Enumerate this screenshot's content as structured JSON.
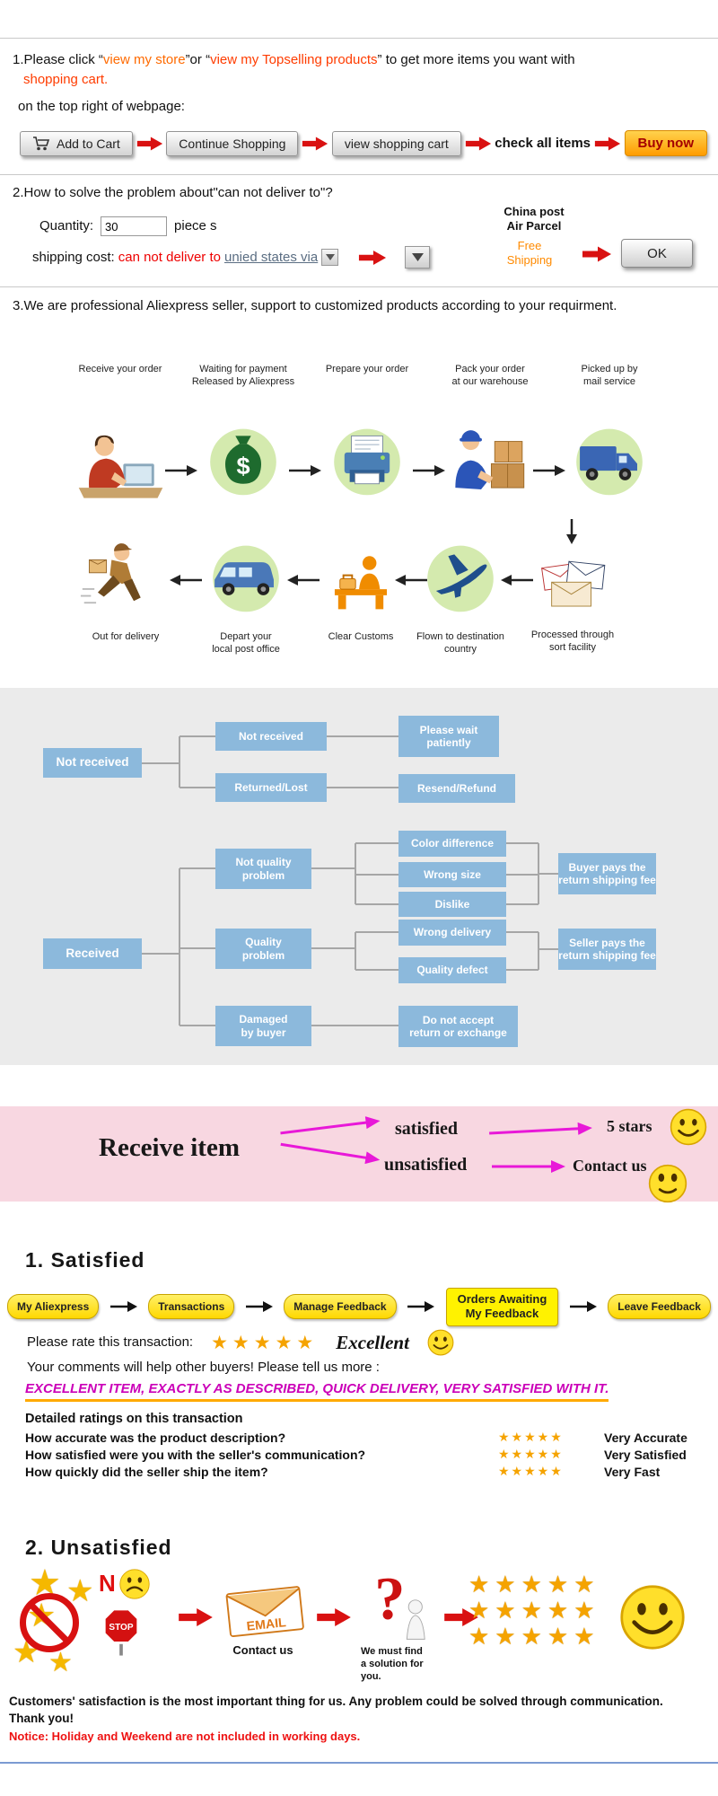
{
  "colors": {
    "arrow_red": "#d91111",
    "flow_box_blue": "#8cb9dc",
    "banner_pink": "#f8d7e1",
    "accent_orange": "#ff8a00",
    "arrow_magenta": "#e818d8",
    "star_gold": "#f5a300",
    "nav_yellow": "#ffd800",
    "testimonial_magenta": "#cb00b8"
  },
  "icons": {
    "star": "★"
  },
  "section1": {
    "intro_prefix": "1.Please click “",
    "store_link": "view my store",
    "intro_mid": "”or “",
    "topselling_link": "view my Topselling products",
    "intro_suffix": "” to get more items you want with",
    "intro_line2": "shopping cart.",
    "intro_line3": "on the top right of webpage:",
    "buttons": {
      "add_to_cart": "Add to Cart",
      "continue_shopping": "Continue Shopping",
      "view_cart": "view shopping cart",
      "check_all": "check all items",
      "buy_now": "Buy now"
    }
  },
  "section2": {
    "heading": "2.How to solve the problem about\"can not deliver to\"?",
    "quantity_label": "Quantity:",
    "quantity_value": "30",
    "quantity_suffix": "piece s",
    "shipping_label": "shipping cost:",
    "shipping_problem": "can not deliver to",
    "shipping_dest": "unied states via",
    "china_post_line1": "China post",
    "china_post_line2": "Air Parcel",
    "free_shipping_line1": "Free",
    "free_shipping_line2": "Shipping",
    "ok_button": "OK"
  },
  "section3": {
    "heading": "3.We are professional Aliexpress seller, support to customized products according to your requirment.",
    "money_symbol": "$",
    "top_steps": [
      "Receive your order",
      "Waiting for payment\nReleased by Aliexpress",
      "Prepare your order",
      "Pack your order\nat our warehouse",
      "Picked up by\nmail service"
    ],
    "bottom_steps": [
      "Out for delivery",
      "Depart your\nlocal post office",
      "Clear Customs",
      "Flown to destination\ncountry",
      "Processed through\nsort facility"
    ]
  },
  "flowchart": {
    "not_received_root": "Not received",
    "not_received": "Not received",
    "please_wait": "Please wait\npatiently",
    "returned_lost": "Returned/Lost",
    "resend_refund": "Resend/Refund",
    "received_root": "Received",
    "not_quality_problem": "Not quality\nproblem",
    "color_difference": "Color difference",
    "wrong_size": "Wrong size",
    "dislike": "Dislike",
    "buyer_pays": "Buyer pays the\nreturn shipping fee",
    "quality_problem": "Quality\nproblem",
    "wrong_delivery": "Wrong delivery",
    "quality_defect": "Quality defect",
    "seller_pays": "Seller pays the\nreturn shipping fee",
    "damaged_by_buyer": "Damaged\nby buyer",
    "no_return": "Do not accept\nreturn or exchange"
  },
  "receive_banner": {
    "title": "Receive item",
    "satisfied": "satisfied",
    "unsatisfied": "unsatisfied",
    "five_stars": "5 stars",
    "contact_us": "Contact us"
  },
  "satisfied": {
    "heading": "1. Satisfied",
    "nav": [
      "My Aliexpress",
      "Transactions",
      "Manage Feedback",
      "Orders Awaiting\nMy Feedback",
      "Leave Feedback"
    ],
    "rate_label": "Please rate this transaction:",
    "stars": "★★★★★",
    "excellent": "Excellent",
    "comments_hint": "Your comments will help other buyers! Please tell us more :",
    "testimonial": "EXCELLENT ITEM, EXACTLY AS DESCRIBED, QUICK DELIVERY, VERY SATISFIED WITH IT.",
    "detail_heading": "Detailed ratings on this transaction",
    "ratings": [
      {
        "question": "How accurate was the product description?",
        "stars": "★★★★★",
        "answer": "Very Accurate"
      },
      {
        "question": "How satisfied were you with the seller's communication?",
        "stars": "★★★★★",
        "answer": "Very Satisfied"
      },
      {
        "question": "How quickly did the seller ship the item?",
        "stars": "★★★★★",
        "answer": "Very Fast"
      }
    ]
  },
  "unsatisfied": {
    "heading": "2. Unsatisfied",
    "n_label": "N",
    "stop_label": "STOP",
    "email_label": "EMAIL",
    "question_mark": "?",
    "contact_us": "Contact us",
    "solution_text": "We must find\na solution for\nyou.",
    "stars_row": "★★★★★"
  },
  "footer": {
    "satisfaction_note": "Customers' satisfaction is the most important thing for us. Any problem could be solved through communication. Thank you!",
    "notice": "Notice: Holiday and Weekend are not included in working days."
  }
}
